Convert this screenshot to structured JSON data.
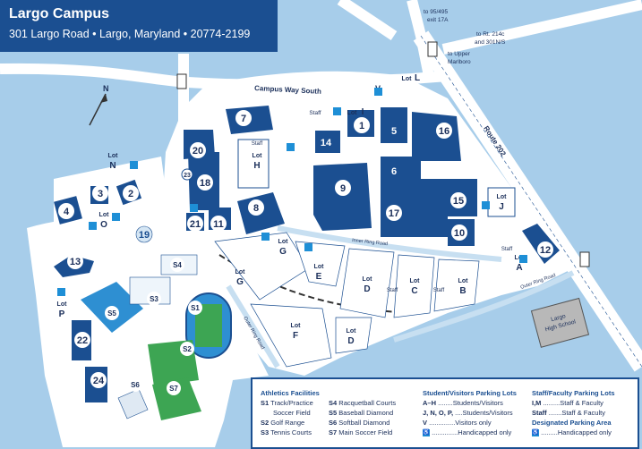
{
  "header": {
    "title": "Largo Campus",
    "address": "301 Largo Road • Largo, Maryland • 20774-2199"
  },
  "roads": {
    "campus_way": "Campus Way South",
    "route202": "Route 202",
    "inner_ring": "Inner Ring Road",
    "outer_ring_top": "Outer Ring Road",
    "outer_ring_left": "Outer Ring Road",
    "to_495": "to 95/495",
    "exit": "exit 17A",
    "to_214": "to Rt. 214c",
    "to_301": "and 301N/S",
    "to_upper1": "to Upper",
    "to_upper2": "Marlboro"
  },
  "buildings": [
    "1",
    "2",
    "3",
    "4",
    "5",
    "6",
    "7",
    "8",
    "9",
    "10",
    "11",
    "12",
    "13",
    "14",
    "15",
    "16",
    "17",
    "18",
    "20",
    "21",
    "22",
    "23",
    "24",
    "19"
  ],
  "lots": {
    "A": "A",
    "B": "B",
    "C": "C",
    "D": "D",
    "D2": "D",
    "E": "E",
    "F": "F",
    "G": "G",
    "G2": "G",
    "H": "H",
    "I": "I",
    "J": "J",
    "L": "L",
    "N": "N",
    "O": "O",
    "P": "P",
    "V": "V",
    "lot_word": "Lot",
    "staff_word": "Staff"
  },
  "facilities": [
    "S1",
    "S2",
    "S3",
    "S4",
    "S5",
    "S6",
    "S7"
  ],
  "largo_hs": [
    "Largo",
    "High School"
  ],
  "north": "N",
  "legend": {
    "athletics_title": "Athletics Facilities",
    "athletics": [
      {
        "code": "S1",
        "name": "Track/Practice"
      },
      {
        "code": "",
        "name": "Soccer Field"
      },
      {
        "code": "S2",
        "name": "Golf Range"
      },
      {
        "code": "S3",
        "name": "Tennis Courts"
      },
      {
        "code": "S4",
        "name": "Racquetball Courts"
      },
      {
        "code": "S5",
        "name": "Baseball Diamond"
      },
      {
        "code": "S6",
        "name": "Softball Diamond"
      },
      {
        "code": "S7",
        "name": "Main Soccer Field"
      }
    ],
    "student_title": "Student/Visitors Parking Lots",
    "student": [
      {
        "code": "A–H",
        "name": "Students/Visitors"
      },
      {
        "code": "J, N, O, P,",
        "name": "Students/Visitors"
      },
      {
        "code": "V",
        "name": "Visitors only"
      },
      {
        "code": "",
        "name": "Handicapped only"
      }
    ],
    "staff_title": "Staff/Faculty Parking Lots",
    "staff": [
      {
        "code": "I,M",
        "name": "Staff & Faculty"
      },
      {
        "code": "Staff",
        "name": "Staff & Faculty"
      }
    ],
    "designated_title": "Designated Parking Area",
    "designated": [
      {
        "code": "",
        "name": "Handicapped only"
      }
    ]
  },
  "colors": {
    "water": "#a7cdea",
    "land": "#ffffff",
    "building": "#1b4f91",
    "accent": "#1b4f91",
    "handicap": "#1e8fd6",
    "field": "#2e8fd2"
  }
}
